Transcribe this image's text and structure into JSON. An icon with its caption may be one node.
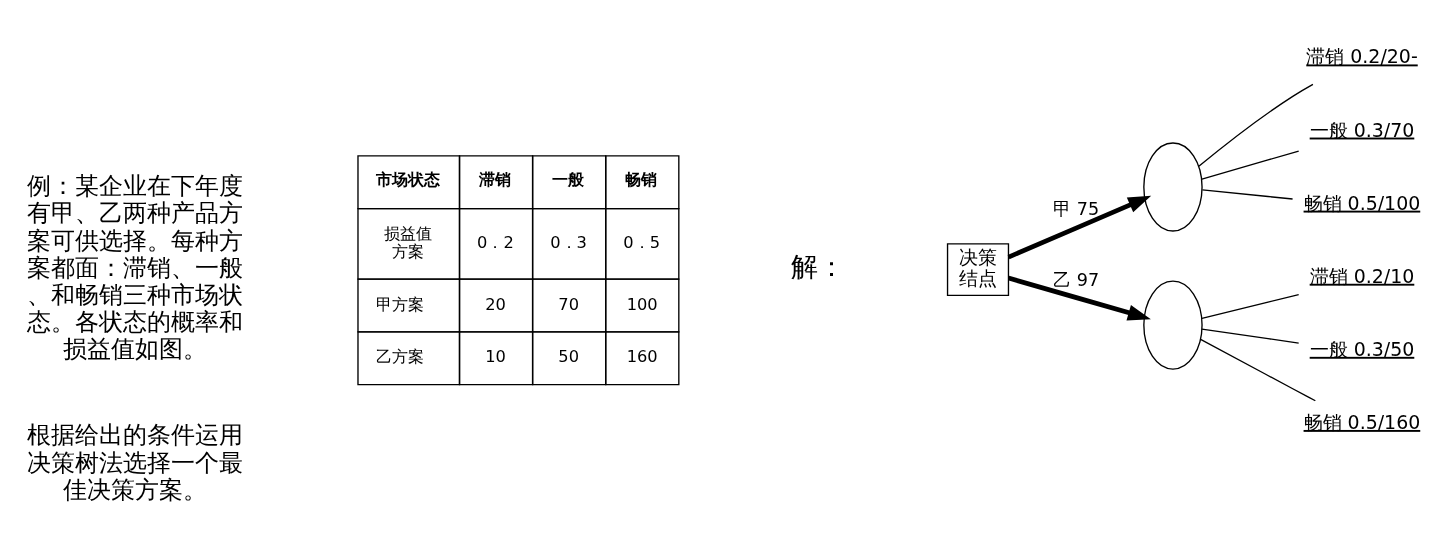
{
  "diagram": {
    "nodes": [
      {
        "text": [
          "决策结点"
        ]
      },
      {
        "text": [],
        "shape": "circle"
      },
      {
        "text": [],
        "shape": "circle"
      },
      {
        "text": [
          "滞销 0.2/20-"
        ]
      },
      {
        "text": [
          "一般 0.3/70"
        ]
      },
      {
        "text": [
          "畅销 0.5/100"
        ]
      },
      {
        "text": [
          "滞销 0.2/10"
        ]
      },
      {
        "text": [
          "一般 0.3/50"
        ]
      },
      {
        "text": [
          "畅销 0.5/160"
        ]
      }
    ],
    "edges": [
      {
        "from": 0,
        "to": 1,
        "arrow": "to",
        "label": "甲 75",
        "style": "thick"
      },
      {
        "from": 0,
        "to": 2,
        "arrow": "to",
        "label": "乙 97",
        "style": "thick"
      },
      {
        "from": 1,
        "to": 3,
        "arrow": "none"
      },
      {
        "from": 1,
        "to": 4,
        "arrow": "none"
      },
      {
        "from": 1,
        "to": 5,
        "arrow": "none"
      },
      {
        "from": 2,
        "to": 6,
        "arrow": "none"
      },
      {
        "from": 2,
        "to": 7,
        "arrow": "none"
      },
      {
        "from": 2,
        "to": 8,
        "arrow": "none"
      }
    ],
    "labels": [
      "例：某企业在下年度有甲、乙两种产品方案可供选择。每种方案都面：滞销、一般、和畅销三种市场状态。各状态的概率和损益值如图。",
      "根据给出的条件运用决策树法选择一个最佳决策方案。",
      "市场状态",
      "滞销",
      "一般",
      "畅销",
      "损益值",
      "方案",
      "0．2",
      "0．3",
      "0．5",
      "甲方案",
      "20",
      "70",
      "100",
      "乙方案",
      "10",
      "50",
      "160",
      "解："
    ]
  }
}
